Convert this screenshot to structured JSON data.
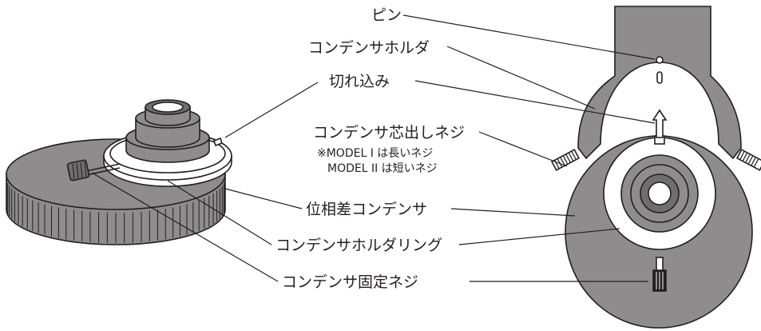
{
  "labels": {
    "pin": "ピン",
    "condenser_holder": "コンデンサホルダ",
    "notch": "切れ込み",
    "centering_screw": "コンデンサ芯出しネジ",
    "note_model_1": "※MODEL I は長いネジ",
    "note_model_2": "MODEL II は短いネジ",
    "phase_condenser": "位相差コンデンサ",
    "holder_ring": "コンデンサホルダリング",
    "fixing_screw": "コンデンサ固定ネジ"
  },
  "colors": {
    "gray": "#8e8c8c",
    "gray_dark": "#6f6d6d",
    "line": "#231f20",
    "white": "#ffffff"
  },
  "icons": {
    "arrow": "up-arrow-outline-icon"
  }
}
